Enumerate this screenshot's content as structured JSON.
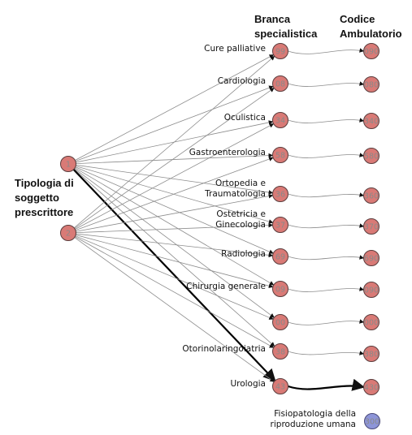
{
  "headers": {
    "source": [
      "Tipologia di",
      "soggetto",
      "prescrittore"
    ],
    "branch": [
      "Branca",
      "specialistica"
    ],
    "code": [
      "Codice",
      "Ambulatorio"
    ]
  },
  "sources": [
    {
      "label": "1"
    },
    {
      "label": "2"
    }
  ],
  "branches": [
    {
      "name": [
        "Cure palliative"
      ],
      "code": "99",
      "target": "090"
    },
    {
      "name": [
        "Cardiologia"
      ],
      "code": "08",
      "target": "080"
    },
    {
      "name": [
        "Oculistica"
      ],
      "code": "34",
      "target": "340"
    },
    {
      "name": [
        "Gastroenterologia"
      ],
      "code": "58",
      "target": "580"
    },
    {
      "name": [
        "Ortopedia e",
        "Traumatologia"
      ],
      "code": "36",
      "target": "360"
    },
    {
      "name": [
        "Ostetricia e",
        "Ginecologia"
      ],
      "code": "37",
      "target": "370"
    },
    {
      "name": [
        "Radiologia"
      ],
      "code": "69",
      "target": "690"
    },
    {
      "name": [
        "Chirurgia generale"
      ],
      "code": "09",
      "target": "090"
    },
    {
      "name": [
        ""
      ],
      "code": "00",
      "target": "000"
    },
    {
      "name": [
        "Otorinolaringoiatria"
      ],
      "code": "38",
      "target": "380"
    },
    {
      "name": [
        "Urologia"
      ],
      "code": "43",
      "target": "430"
    }
  ],
  "extra_node": {
    "name": [
      "Fisiopatologia della",
      "riproduzione umana"
    ],
    "code": "300"
  },
  "highlight_path": {
    "source": "1",
    "branch": "43",
    "target": "430"
  },
  "colors": {
    "node": "#d97a76",
    "extra_node": "#8d95d8",
    "edge": "#8c8c8c",
    "highlight": "#000000"
  }
}
